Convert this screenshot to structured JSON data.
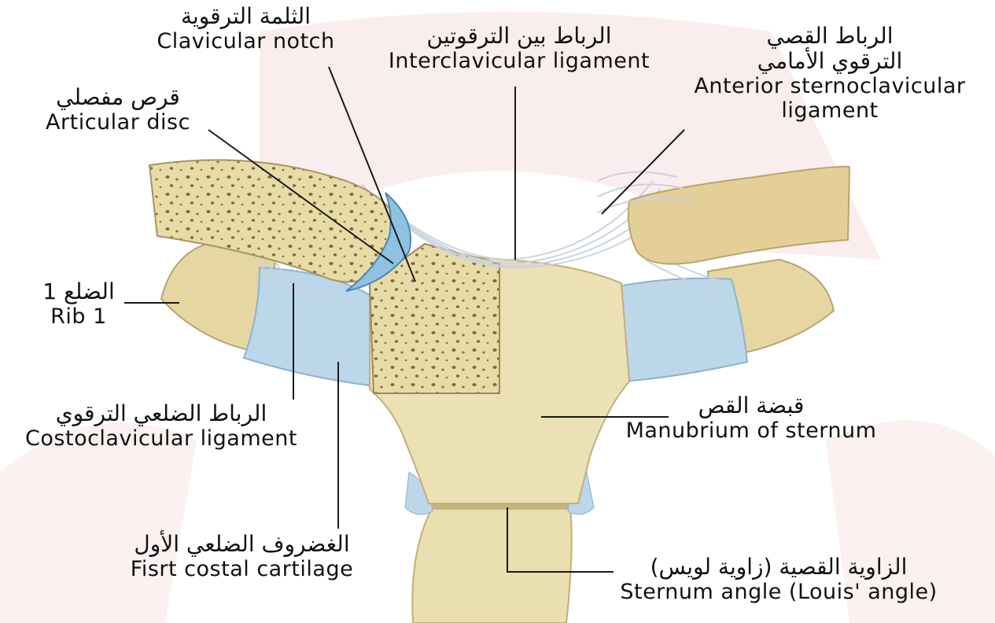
{
  "labels": {
    "clavicular_notch": {
      "ar": "الثلمة الترقوية",
      "en": "Clavicular notch"
    },
    "interclavicular": {
      "ar": "الرباط بين الترقوتين",
      "en": "Interclavicular ligament"
    },
    "anterior_sc": {
      "ar1": "الرباط القصي",
      "ar2": "الترقوي الأمامي",
      "en1": "Anterior sternoclavicular",
      "en2": "ligament"
    },
    "articular_disc": {
      "ar": "قرص مفصلي",
      "en": "Articular disc"
    },
    "rib1": {
      "ar": "الضلع 1",
      "en": "Rib 1"
    },
    "costoclavicular": {
      "ar": "الرباط الضلعي الترقوي",
      "en": "Costoclavicular ligament"
    },
    "manubrium": {
      "ar": "قبضة القص",
      "en": "Manubrium of sternum"
    },
    "first_cartilage": {
      "ar": "الغضروف الضلعي الأول",
      "en": "Fisrt costal cartilage"
    },
    "sternum_angle": {
      "ar": "الزاوية القصية (زاوية لويس)",
      "en": "Sternum angle  (Louis' angle)"
    }
  },
  "colors": {
    "bone": "#eadfb0",
    "bone_shadow": "#d8c88e",
    "cartilage": "#bcd6ea",
    "ligament": "#dfe5ee",
    "watermark": "#f7e3e3",
    "pointer": "#1a1a1a"
  }
}
